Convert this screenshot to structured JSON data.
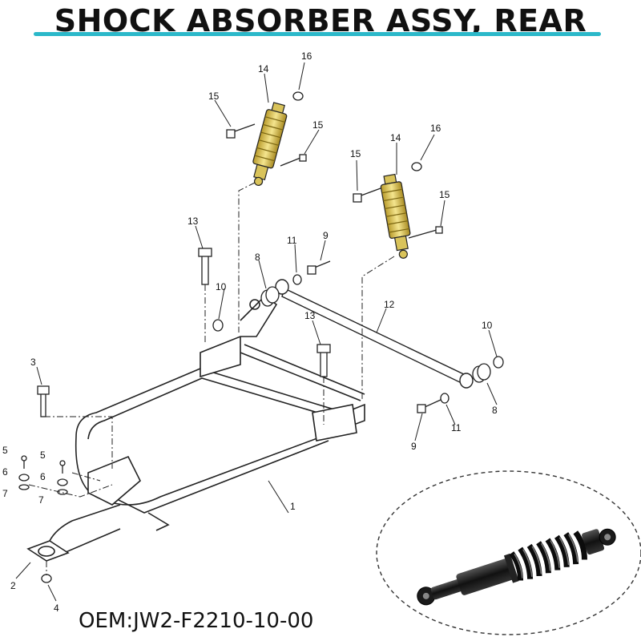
{
  "title": "SHOCK ABSORBER ASSY, REAR",
  "oem": "OEM:JW2-F2210-10-00",
  "colors": {
    "accent_underline": "#2bb8c9",
    "shock_spring": "#e9d77a",
    "line": "#222222"
  },
  "callouts": [
    "1",
    "2",
    "3",
    "4",
    "5",
    "5",
    "6",
    "6",
    "7",
    "7",
    "8",
    "8",
    "9",
    "9",
    "10",
    "10",
    "11",
    "11",
    "12",
    "13",
    "13",
    "14",
    "14",
    "15",
    "15",
    "15",
    "15",
    "16",
    "16"
  ]
}
